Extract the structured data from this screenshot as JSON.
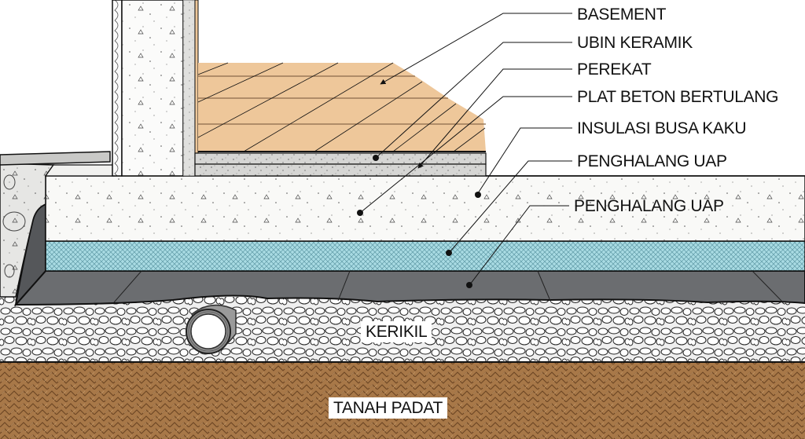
{
  "diagram": {
    "title": "Basement floor slab cross-section",
    "labels": {
      "basement": "BASEMENT",
      "ceramic_tile": "UBIN KERAMIK",
      "adhesive": "PEREKAT",
      "reinforced_slab": "PLAT BETON BERTULANG",
      "rigid_foam": "INSULASI BUSA KAKU",
      "vapor_barrier_1": "PENGHALANG UAP",
      "vapor_barrier_2": "PENGHALANG UAP",
      "gravel": "KERIKIL",
      "compacted_soil": "TANAH PADAT"
    },
    "colors": {
      "tile": "#eec79a",
      "concrete": "#f8f8f6",
      "screed": "#d8d8d6",
      "insulation": "#a9dbe3",
      "membrane": "#6b6d70",
      "gravel_bg": "#f2f2f2",
      "soil": "#9c6e42",
      "line": "#111111"
    }
  }
}
